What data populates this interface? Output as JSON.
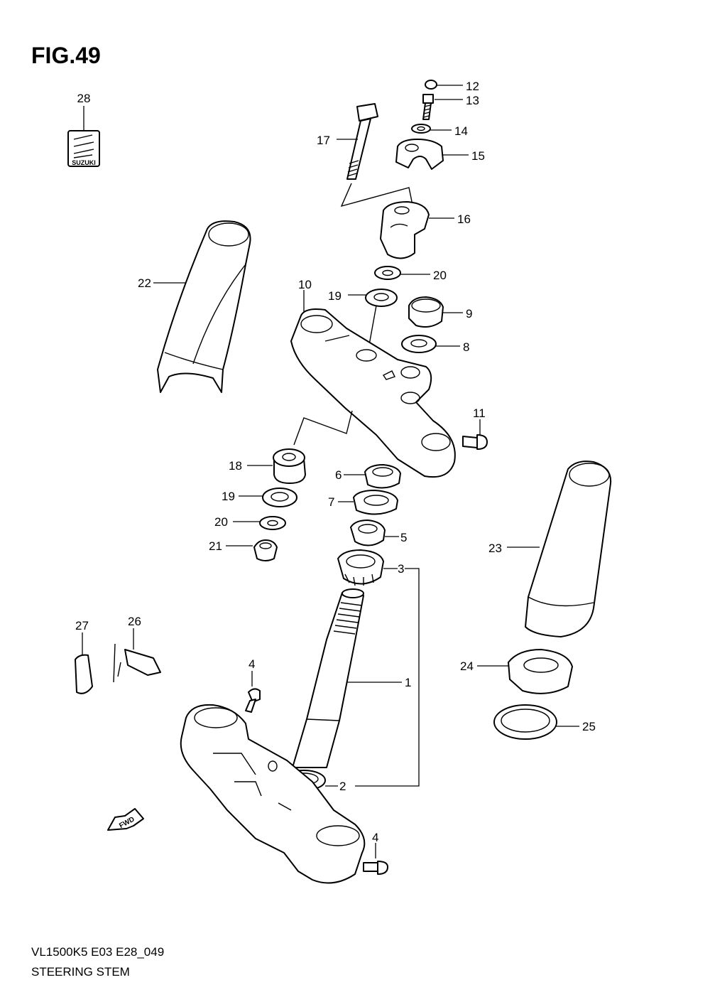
{
  "figure": {
    "title": "FIG.49"
  },
  "footer": {
    "code": "VL1500K5  E03  E28_049",
    "name": "STEERING STEM"
  },
  "emblem": {
    "text": "SUZUKI"
  },
  "fwd_arrow": {
    "text": "FWD"
  },
  "callouts": {
    "c1": "1",
    "c2": "2",
    "c3": "3",
    "c4a": "4",
    "c4b": "4",
    "c5": "5",
    "c6": "6",
    "c7": "7",
    "c8": "8",
    "c9": "9",
    "c10": "10",
    "c11": "11",
    "c12": "12",
    "c13": "13",
    "c14": "14",
    "c15": "15",
    "c16": "16",
    "c17": "17",
    "c18": "18",
    "c19a": "19",
    "c19b": "19",
    "c20a": "20",
    "c20b": "20",
    "c21": "21",
    "c22": "22",
    "c23": "23",
    "c24": "24",
    "c25": "25",
    "c26": "26",
    "c27": "27",
    "c28": "28"
  }
}
